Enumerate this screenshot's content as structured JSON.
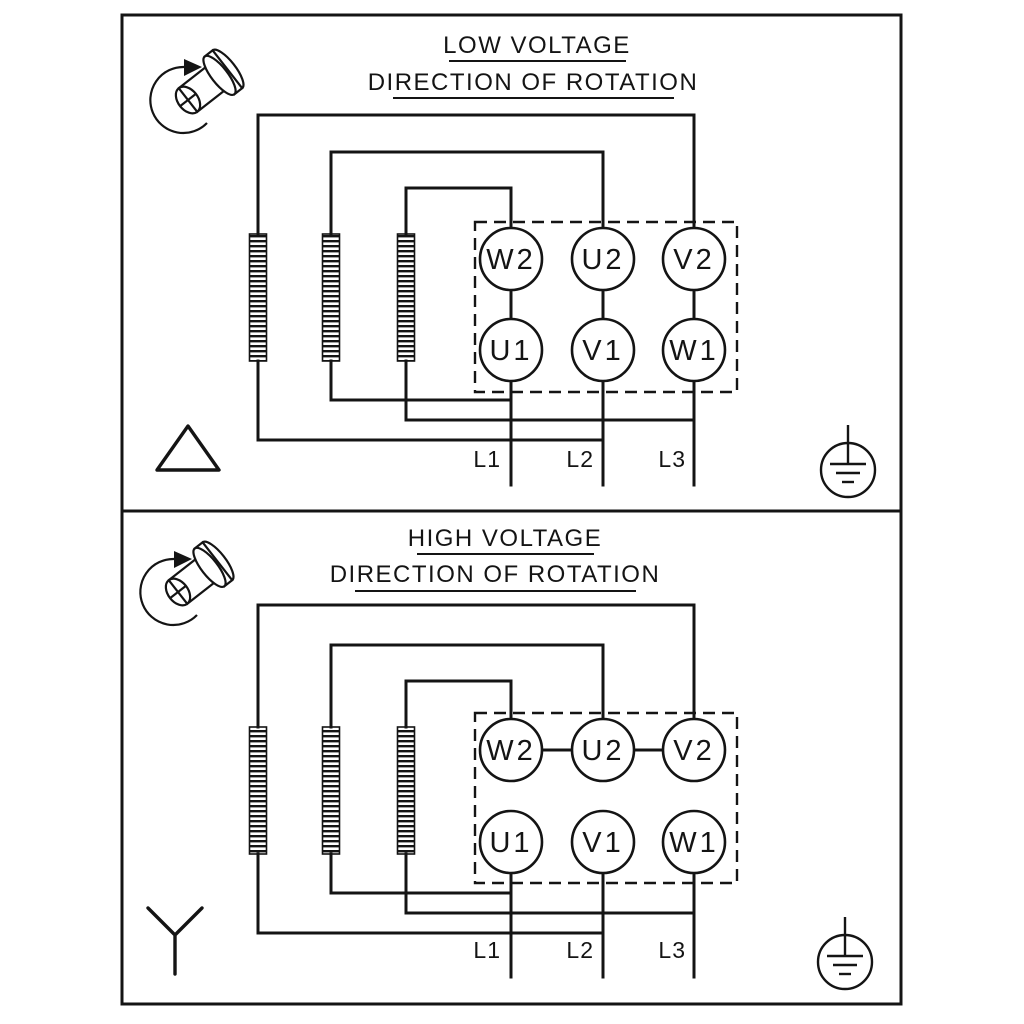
{
  "panels": [
    {
      "title": "LOW VOLTAGE",
      "subtitle": "DIRECTION OF ROTATION",
      "connection_symbol": "delta",
      "terminals_top": [
        "W2",
        "U2",
        "V2"
      ],
      "terminals_bottom": [
        "U1",
        "V1",
        "W1"
      ],
      "supply_lines": [
        "L1",
        "L2",
        "L3"
      ],
      "has_earth_ground": true
    },
    {
      "title": "HIGH VOLTAGE",
      "subtitle": "DIRECTION OF ROTATION",
      "connection_symbol": "star",
      "terminals_top": [
        "W2",
        "U2",
        "V2"
      ],
      "terminals_bottom": [
        "U1",
        "V1",
        "W1"
      ],
      "supply_lines": [
        "L1",
        "L2",
        "L3"
      ],
      "has_earth_ground": true
    }
  ],
  "colors": {
    "diagram_line": "#141414",
    "background": "#ffffff"
  }
}
